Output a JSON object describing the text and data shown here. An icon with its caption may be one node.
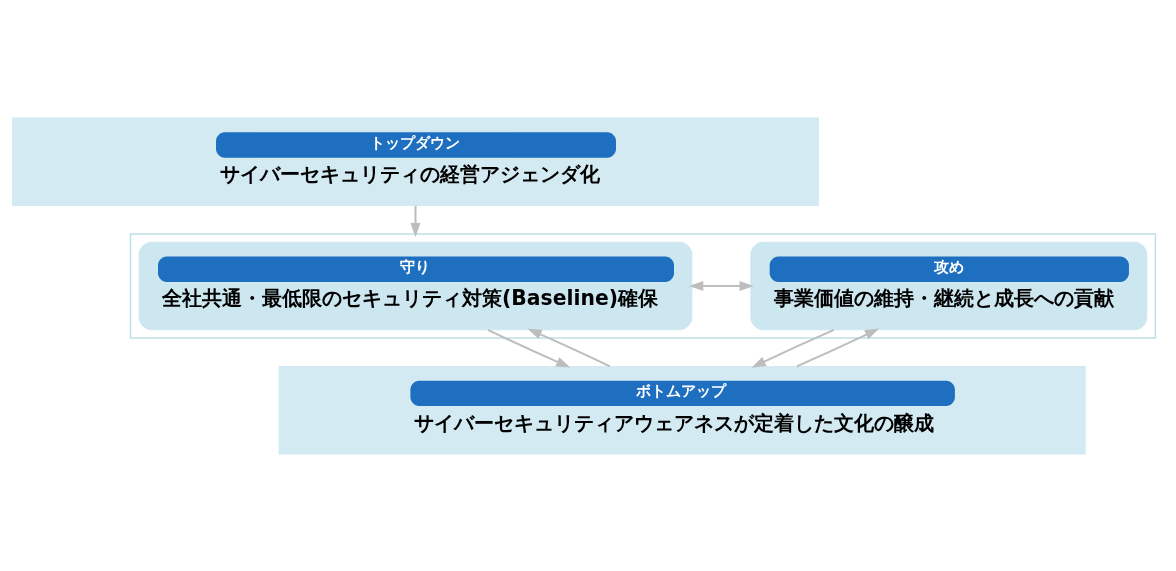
{
  "diagram": {
    "nodes": [
      {
        "text": [
          "トップダウン",
          "サイバーセキュリティの経営アジェンダ化"
        ]
      },
      {
        "text": [],
        "shape": "box"
      },
      {
        "text": [
          "守り",
          "全社共通・最低限のセキュリティ対策(Baseline)確保"
        ],
        "in": 1
      },
      {
        "text": [
          "攻め",
          "事業価値の維持・継続と成長への貢献"
        ],
        "in": 1
      },
      {
        "text": [
          "ボトムアップ",
          "サイバーセキュリティアウェアネスが定着した文化の醸成"
        ]
      }
    ],
    "edges": [
      {
        "from": 0,
        "to": 1,
        "arrow": "to"
      },
      {
        "from": 2,
        "to": 3,
        "arrow": "both"
      },
      {
        "from": 4,
        "to": 2,
        "arrow": "to"
      },
      {
        "from": 2,
        "to": 4,
        "arrow": "to"
      },
      {
        "from": 4,
        "to": 3,
        "arrow": "to"
      },
      {
        "from": 3,
        "to": 4,
        "arrow": "to"
      }
    ]
  }
}
